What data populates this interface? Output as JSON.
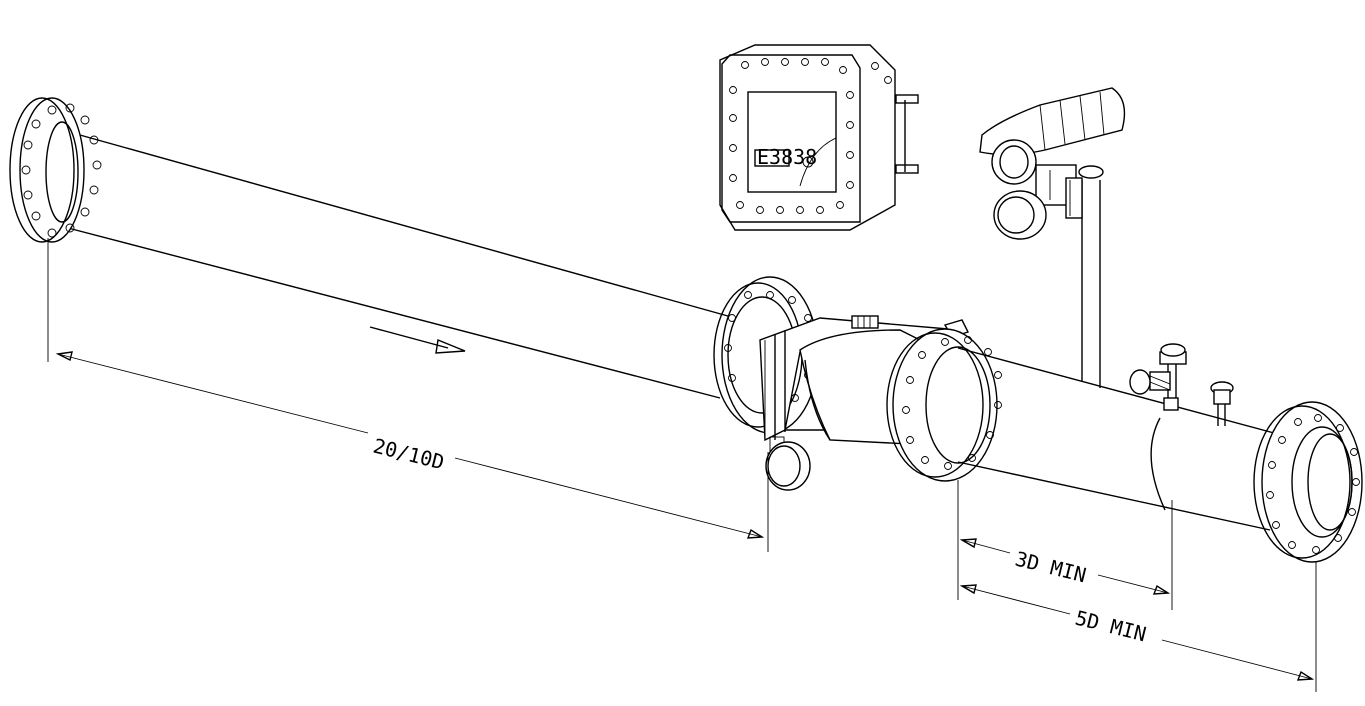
{
  "dimensions": {
    "upstream": "20/10D",
    "downstream_short": "3D MIN",
    "downstream_long": "5D MIN"
  },
  "transmitter_plate": "E3838"
}
